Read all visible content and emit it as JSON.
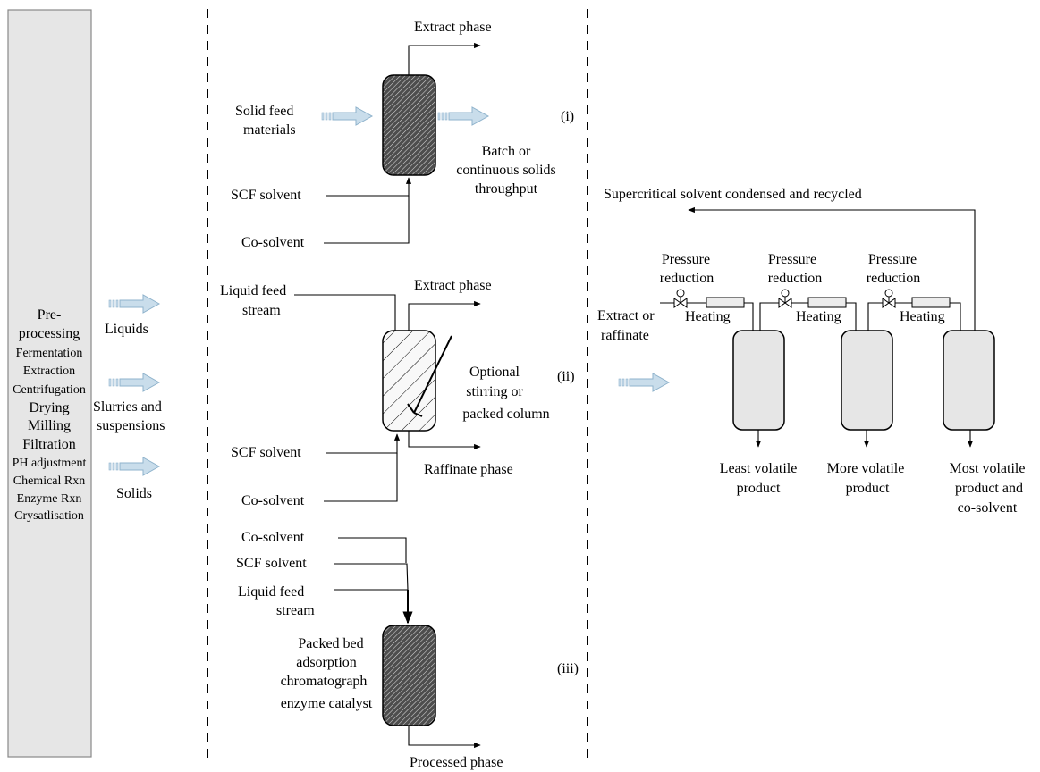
{
  "preprocessing": {
    "items": [
      "Pre-",
      "processing",
      "Fermentation",
      "Extraction",
      "Centrifugation",
      "Drying",
      "Milling",
      "Filtration",
      "PH adjustment",
      "Chemical Rxn",
      "Enzyme Rxn",
      "Crysatlisation"
    ]
  },
  "feeds": {
    "liquids": "Liquids",
    "slurries_1": "Slurries and",
    "slurries_2": "suspensions",
    "solids": "Solids"
  },
  "section_i": {
    "extract_phase": "Extract phase",
    "solid_feed_1": "Solid feed",
    "solid_feed_2": "materials",
    "throughput_1": "Batch or",
    "throughput_2": "continuous solids",
    "throughput_3": "throughput",
    "scf_solvent": "SCF solvent",
    "co_solvent": "Co-solvent",
    "roman": "(i)"
  },
  "section_ii": {
    "liquid_feed_1": "Liquid feed",
    "liquid_feed_2": "stream",
    "extract_phase": "Extract phase",
    "optional_1": "Optional",
    "optional_2": "stirring or",
    "optional_3": "packed column",
    "scf_solvent": "SCF solvent",
    "raffinate_phase": "Raffinate phase",
    "co_solvent": "Co-solvent",
    "roman": "(ii)"
  },
  "section_iii": {
    "co_solvent": "Co-solvent",
    "scf_solvent": "SCF solvent",
    "liquid_feed_1": "Liquid feed",
    "liquid_feed_2": "stream",
    "packed_1": "Packed bed",
    "packed_2": "adsorption",
    "packed_3": "chromatograph",
    "packed_4": "enzyme catalyst",
    "processed_phase": "Processed phase",
    "roman": "(iii)"
  },
  "separation": {
    "recycle": "Supercritical solvent condensed and recycled",
    "extract_1": "Extract or",
    "extract_2": "raffinate",
    "pressure": "Pressure",
    "reduction": "reduction",
    "heating": "Heating",
    "least_1": "Least volatile",
    "least_2": "product",
    "more_1": "More volatile",
    "more_2": "product",
    "most_1": "Most volatile",
    "most_2": "product and",
    "most_3": "co-solvent"
  }
}
